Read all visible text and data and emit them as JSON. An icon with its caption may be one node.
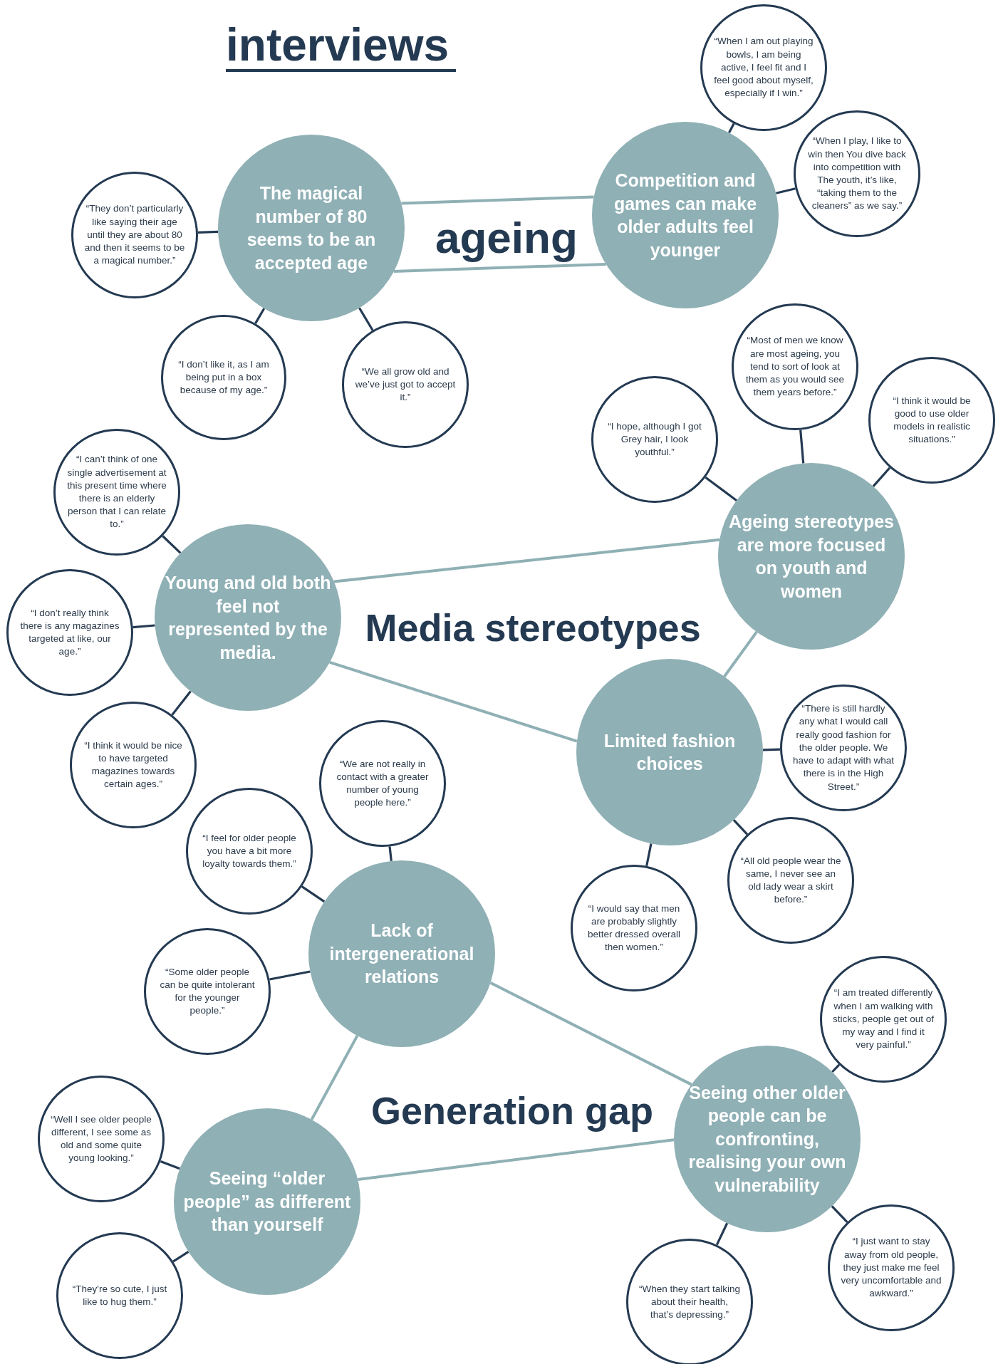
{
  "diagram": {
    "title": "interviews",
    "nodes": [
      {
        "text": [
          "The magical number of 80 seems to be an accepted age"
        ]
      },
      {
        "text": [
          "“They don’t particularly like saying their age until they are about 80 and then it seems to be a magical number.”"
        ]
      },
      {
        "text": [
          "“I don’t like it, as I am being put in a box because of my age.”"
        ]
      },
      {
        "text": [
          "“We all grow old and we’ve just got to accept it.”"
        ]
      },
      {
        "text": [
          "Competition and games can make older adults feel younger"
        ]
      },
      {
        "text": [
          "“When I am out playing bowls, I am being active, I feel fit and I feel good about myself, especially if I win.”"
        ]
      },
      {
        "text": [
          "“When I play, I like to win then You dive back into competition with The youth, it’s like, “taking them to the cleaners” as we say.”"
        ]
      },
      {
        "text": [
          "Ageing stereotypes are more focused on youth and women"
        ]
      },
      {
        "text": [
          "“I hope, although I got Grey hair, I look youthful.”"
        ]
      },
      {
        "text": [
          "“Most of men we know are most ageing, you tend to sort of look at them as you would see them years before.”"
        ]
      },
      {
        "text": [
          "“I think it would be good to use older models in realistic situations.”"
        ]
      },
      {
        "text": [
          "Young and old both feel not represented by the media."
        ]
      },
      {
        "text": [
          "“I can’t think of one single advertisement at this present time where there is an elderly person that I can relate to.”"
        ]
      },
      {
        "text": [
          "“I don’t really think there is any magazines targeted at like, our age.”"
        ]
      },
      {
        "text": [
          "“I think it would be nice to have targeted magazines towards certain ages.”"
        ]
      },
      {
        "text": [
          "Limited fashion choices"
        ]
      },
      {
        "text": [
          "“There is still hardly any what I would call really good fashion for the older people. We have to adapt with what there is in the High Street.”"
        ]
      },
      {
        "text": [
          "“All old people wear the same, I never see an old lady wear a skirt before.”"
        ]
      },
      {
        "text": [
          "“I would say that men are probably slightly better dressed overall then women.”"
        ]
      },
      {
        "text": [
          "Lack of intergenerational relations"
        ]
      },
      {
        "text": [
          "“We are not really in contact with a greater number of young people here.”"
        ]
      },
      {
        "text": [
          "“I feel for older people you have a bit more loyalty towards them.”"
        ]
      },
      {
        "text": [
          "“Some older people can be quite intolerant for the younger people.”"
        ]
      },
      {
        "text": [
          "Seeing other older people can be confronting, realising your own vulnerability"
        ]
      },
      {
        "text": [
          "“I am treated differently when I am walking with sticks, people get out of my way and I find it very painful.”"
        ]
      },
      {
        "text": [
          "“I just want to stay away from old people, they just make me feel very uncomfortable and awkward.”"
        ]
      },
      {
        "text": [
          "“When they start talking about their health, that’s depressing.”"
        ]
      },
      {
        "text": [
          "Seeing “older people” as different than yourself"
        ]
      },
      {
        "text": [
          "“Well I see older people different, I see some as old and some quite young looking.”"
        ]
      },
      {
        "text": [
          "“They're so cute, I just like to hug them.”"
        ]
      }
    ],
    "edges": [
      {
        "from": 0,
        "to": 4,
        "arrow": "none",
        "color": "#8fb0b5"
      },
      {
        "from": 0,
        "to": 4,
        "arrow": "none",
        "color": "#8fb0b5"
      },
      {
        "from": 0,
        "to": 1,
        "arrow": "none"
      },
      {
        "from": 0,
        "to": 2,
        "arrow": "none"
      },
      {
        "from": 0,
        "to": 3,
        "arrow": "none"
      },
      {
        "from": 4,
        "to": 5,
        "arrow": "none"
      },
      {
        "from": 4,
        "to": 6,
        "arrow": "none"
      },
      {
        "from": 7,
        "to": 8,
        "arrow": "none"
      },
      {
        "from": 7,
        "to": 9,
        "arrow": "none"
      },
      {
        "from": 7,
        "to": 10,
        "arrow": "none"
      },
      {
        "from": 11,
        "to": 7,
        "arrow": "none",
        "color": "#8fb0b5"
      },
      {
        "from": 11,
        "to": 12,
        "arrow": "none"
      },
      {
        "from": 11,
        "to": 13,
        "arrow": "none"
      },
      {
        "from": 11,
        "to": 14,
        "arrow": "none"
      },
      {
        "from": 11,
        "to": 15,
        "arrow": "none",
        "color": "#8fb0b5"
      },
      {
        "from": 7,
        "to": 15,
        "arrow": "none",
        "color": "#8fb0b5"
      },
      {
        "from": 15,
        "to": 16,
        "arrow": "none"
      },
      {
        "from": 15,
        "to": 17,
        "arrow": "none"
      },
      {
        "from": 15,
        "to": 18,
        "arrow": "none"
      },
      {
        "from": 19,
        "to": 20,
        "arrow": "none"
      },
      {
        "from": 19,
        "to": 21,
        "arrow": "none"
      },
      {
        "from": 19,
        "to": 22,
        "arrow": "none"
      },
      {
        "from": 19,
        "to": 23,
        "arrow": "none",
        "color": "#8fb0b5"
      },
      {
        "from": 19,
        "to": 27,
        "arrow": "none",
        "color": "#8fb0b5"
      },
      {
        "from": 27,
        "to": 23,
        "arrow": "none",
        "color": "#8fb0b5"
      },
      {
        "from": 23,
        "to": 24,
        "arrow": "none"
      },
      {
        "from": 23,
        "to": 25,
        "arrow": "none"
      },
      {
        "from": 23,
        "to": 26,
        "arrow": "none"
      },
      {
        "from": 27,
        "to": 28,
        "arrow": "none"
      },
      {
        "from": 27,
        "to": 29,
        "arrow": "none"
      }
    ],
    "labels": [
      "ageing",
      "Media stereotypes",
      "Generation gap"
    ]
  }
}
